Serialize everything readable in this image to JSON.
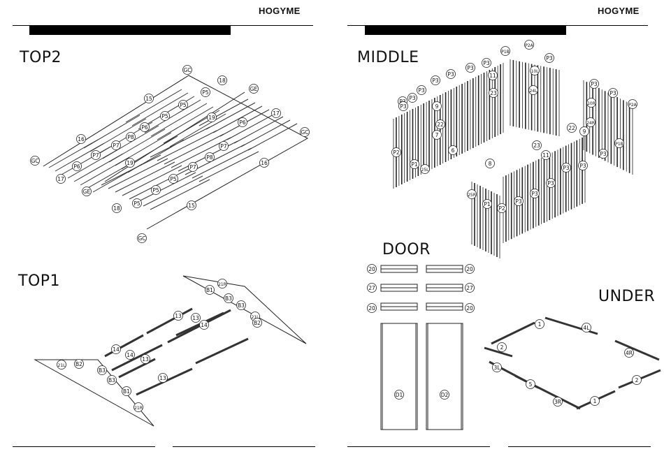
{
  "brand": "HOGYME",
  "sections": {
    "top2": "TOP2",
    "top1": "TOP1",
    "middle": "MIDDLE",
    "door": "DOOR",
    "under": "UNDER"
  },
  "top2_labels": [
    "GC",
    "18",
    "GE",
    "15",
    "P5",
    "P5",
    "19",
    "17",
    "P5",
    "GC",
    "P6",
    "16",
    "P8",
    "P7",
    "P6",
    "P7",
    "P7",
    "P6",
    "GC",
    "19",
    "P8",
    "16",
    "17",
    "P7",
    "GE",
    "P5",
    "P5",
    "15",
    "18",
    "P5",
    "GC"
  ],
  "top1_labels": [
    "21R",
    "B1",
    "B3",
    "B3",
    "13",
    "21L",
    "B2",
    "13",
    "14",
    "14",
    "14",
    "13",
    "21L",
    "B2",
    "B3",
    "B3",
    "13",
    "B1",
    "21R"
  ],
  "middle_labels": [
    "P1B",
    "P2A",
    "P3",
    "P3",
    "P3",
    "P3",
    "10L",
    "24L",
    "P3",
    "P3",
    "P3",
    "P3",
    "P3",
    "11",
    "23",
    "9",
    "22",
    "7",
    "P3",
    "P3",
    "P2A",
    "10R",
    "24R",
    "22",
    "9",
    "P1B",
    "P2",
    "P1",
    "25L",
    "6",
    "8",
    "23",
    "11",
    "P3",
    "P3",
    "P3",
    "P3",
    "P3",
    "25R",
    "P1",
    "P2",
    "P3"
  ],
  "door": {
    "labels_left": [
      "20",
      "27",
      "20"
    ],
    "labels_right": [
      "20",
      "27",
      "20"
    ],
    "panels": [
      "D1",
      "D2"
    ]
  },
  "under_labels": [
    "1",
    "4L",
    "2",
    "4R",
    "3L",
    "5",
    "2",
    "3R",
    "1"
  ]
}
